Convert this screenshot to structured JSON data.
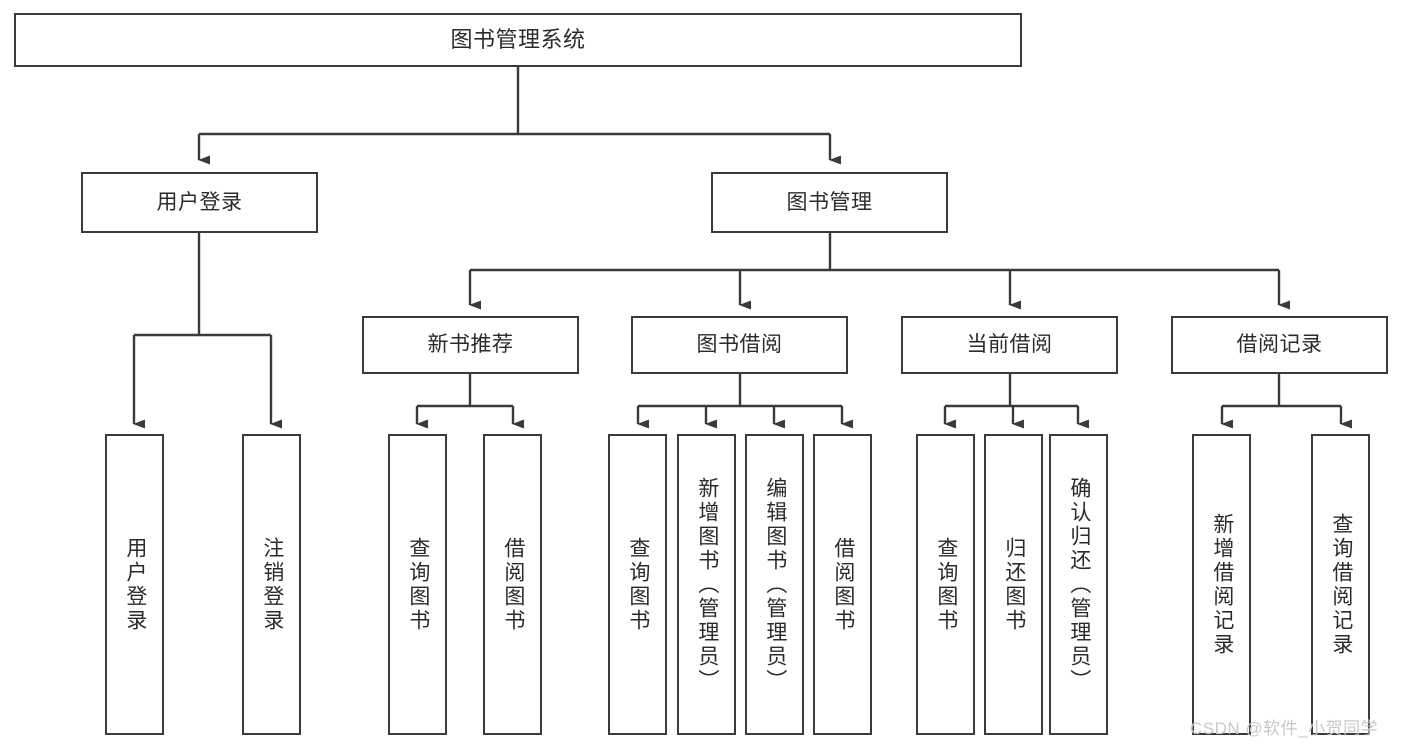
{
  "diagram": {
    "type": "tree-hierarchy",
    "title": "图书管理系统",
    "watermark": "CSDN @软件_小贺同学",
    "colors": {
      "box_border": "#3a3a3a",
      "box_fill": "#ffffff",
      "edge": "#3a3a3a",
      "text": "#2b2b2b",
      "watermark": "#c8c8c8"
    },
    "nodes": {
      "root": {
        "label": "图书管理系统"
      },
      "level2": [
        {
          "label": "用户登录"
        },
        {
          "label": "图书管理"
        }
      ],
      "level3": [
        {
          "label": "新书推荐"
        },
        {
          "label": "图书借阅"
        },
        {
          "label": "当前借阅"
        },
        {
          "label": "借阅记录"
        }
      ],
      "leaves": {
        "user_login": [
          {
            "label": "用户登录"
          },
          {
            "label": "注销登录"
          }
        ],
        "new_book_recommend": [
          {
            "label": "查询图书"
          },
          {
            "label": "借阅图书"
          }
        ],
        "book_borrow": [
          {
            "label": "查询图书"
          },
          {
            "label": "新增图书（管理员）"
          },
          {
            "label": "编辑图书（管理员）"
          },
          {
            "label": "借阅图书"
          }
        ],
        "current_borrow": [
          {
            "label": "查询图书"
          },
          {
            "label": "归还图书"
          },
          {
            "label": "确认归还（管理员）"
          }
        ],
        "borrow_record": [
          {
            "label": "新增借阅记录"
          },
          {
            "label": "查询借阅记录"
          }
        ]
      }
    }
  }
}
